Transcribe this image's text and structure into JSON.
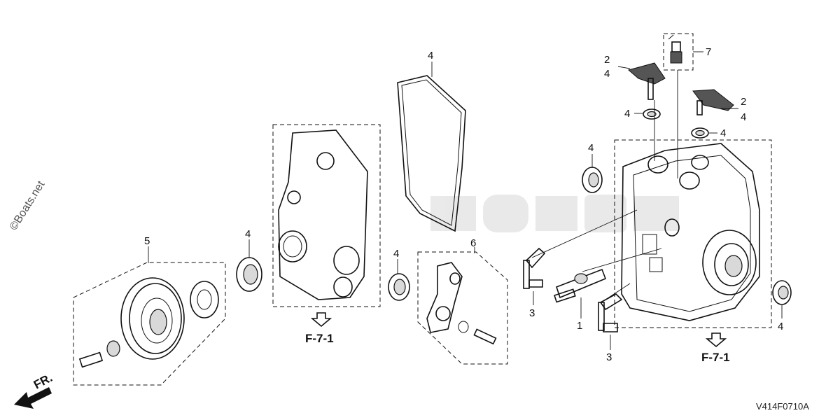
{
  "watermark": {
    "left_text": "©Boats.net"
  },
  "callouts": {
    "c1": "1",
    "c2a": "2",
    "c4a": "4",
    "c2b": "2",
    "c4b": "4",
    "c3a": "3",
    "c3b": "3",
    "c4_gasket": "4",
    "c4_seal_left": "4",
    "c4_seal_mid": "4",
    "c4_seal_far_right": "4",
    "c4_seal_upper": "4",
    "c4_oring_a": "4",
    "c4_oring_b": "4",
    "c5": "5",
    "c6": "6",
    "c7": "7"
  },
  "references": {
    "ref_left": "F-7-1",
    "ref_right": "F-7-1"
  },
  "direction": {
    "label": "FR."
  },
  "diagram_code": "V414F0710A"
}
